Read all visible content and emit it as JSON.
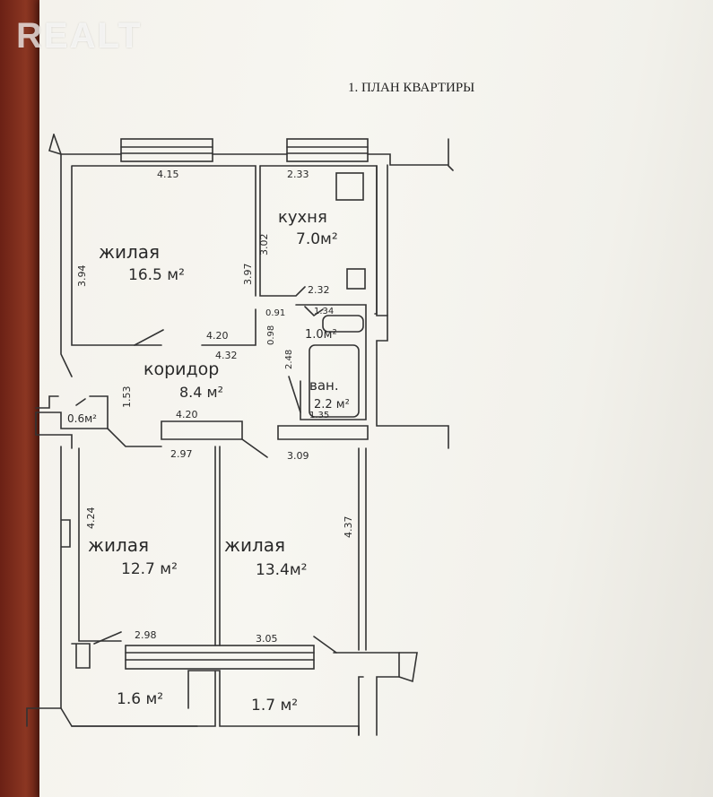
{
  "watermark": "REALT",
  "title": "1. ПЛАН КВАРТИРЫ",
  "rooms": {
    "living1": {
      "name": "жилая",
      "area": "16.5 м²"
    },
    "kitchen": {
      "name": "кухня",
      "area": "7.0м²"
    },
    "wc": {
      "area": "1.0м²"
    },
    "corridor": {
      "name": "коридор",
      "area": "8.4 м²"
    },
    "bath": {
      "name": "ван.",
      "area": "2.2 м²"
    },
    "closet": {
      "area": "0.6м²"
    },
    "living2": {
      "name": "жилая",
      "area": "12.7 м²"
    },
    "living3": {
      "name": "жилая",
      "area": "13.4м²"
    },
    "balcony1": {
      "area": "1.6 м²"
    },
    "balcony2": {
      "area": "1.7 м²"
    }
  },
  "dimensions": {
    "d415": "4.15",
    "d233": "2.33",
    "d394": "3.94",
    "d397": "3.97",
    "d302": "3.02",
    "d232": "2.32",
    "d091": "0.91",
    "d134": "1.34",
    "d098": "0.98",
    "d248": "2.48",
    "d420a": "4.20",
    "d432": "4.32",
    "d153": "1.53",
    "d420b": "4.20",
    "d135": "1.35",
    "d297": "2.97",
    "d309": "3.09",
    "d424": "4.24",
    "d437": "4.37",
    "d298": "2.98",
    "d305": "3.05"
  }
}
